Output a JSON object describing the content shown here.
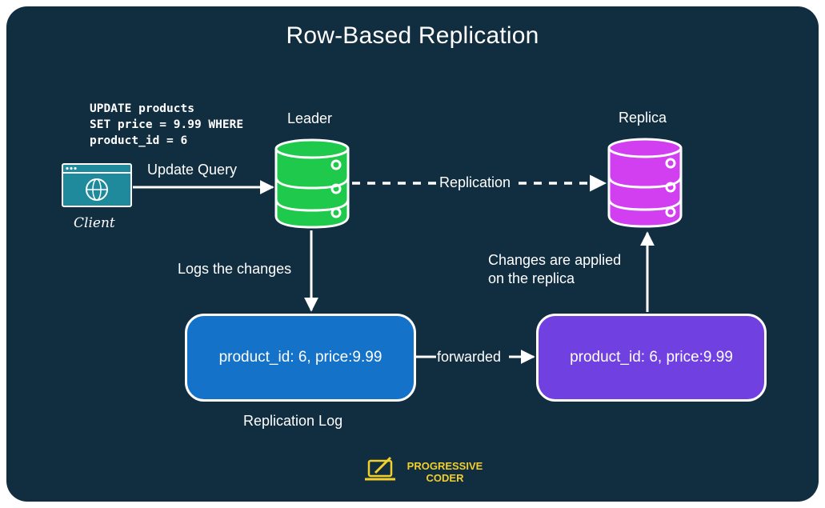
{
  "title": "Row-Based Replication",
  "sql_query": [
    "UPDATE products",
    "SET price = 9.99 WHERE",
    "product_id = 6"
  ],
  "client": {
    "label": "Client",
    "icon": "browser-globe-icon"
  },
  "leader": {
    "label": "Leader",
    "color": "#1ec94b",
    "icon": "database-icon"
  },
  "replica": {
    "label": "Replica",
    "color": "#d13ff0",
    "icon": "database-icon"
  },
  "edges": {
    "update_query": "Update Query",
    "replication": "Replication",
    "logs_changes": "Logs the changes",
    "forwarded": "forwarded",
    "applied": [
      "Changes are applied",
      "on the replica"
    ]
  },
  "replication_log": {
    "text": "product_id: 6, price:9.99",
    "caption": "Replication Log",
    "color": "#1472c8"
  },
  "replica_log": {
    "text": "product_id: 6, price:9.99",
    "color": "#7040e0"
  },
  "brand": {
    "line1": "PROGRESSIVE",
    "line2": "CODER",
    "color": "#f2cf2a",
    "icon": "laptop-pencil-icon"
  },
  "colors": {
    "background": "#112d40",
    "arrows": "#ffffff"
  }
}
